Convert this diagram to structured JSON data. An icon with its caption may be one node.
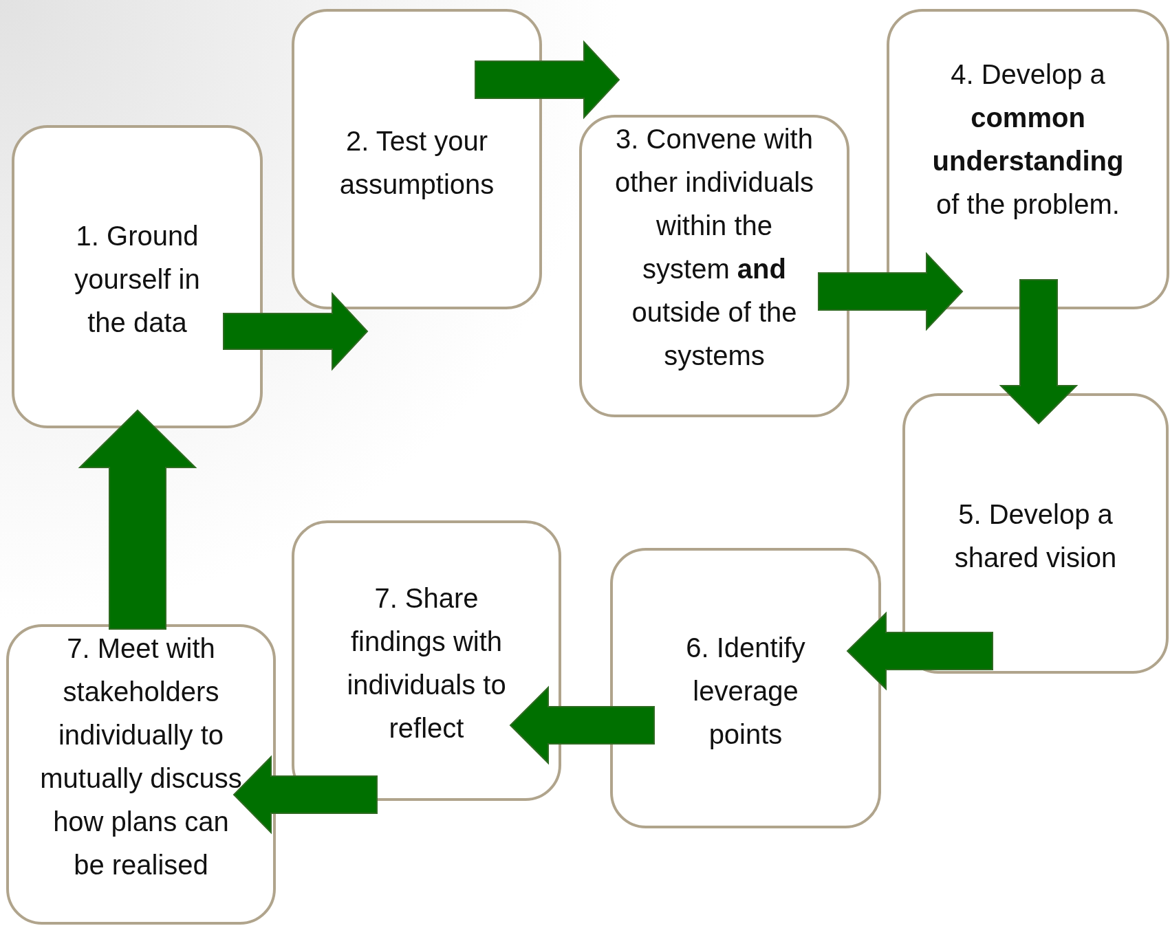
{
  "diagram": {
    "nodes": [
      {
        "text": [
          "1. Ground yourself in the data"
        ]
      },
      {
        "text": [
          "2. Test your assumptions"
        ]
      },
      {
        "text": [
          "3. Convene with other individuals within the system **and** outside of the systems"
        ]
      },
      {
        "text": [
          "4. Develop a **common understanding** of the problem."
        ]
      },
      {
        "text": [
          "5. Develop a shared vision"
        ]
      },
      {
        "text": [
          "6. Identify leverage points"
        ]
      },
      {
        "text": [
          "7. Share findings with individuals to reflect"
        ]
      },
      {
        "text": [
          "7. Meet with stakeholders individually to mutually discuss how plans can be realised"
        ]
      }
    ],
    "edges": [
      {
        "from": 0,
        "to": 1,
        "arrow": "to"
      },
      {
        "from": 1,
        "to": 2,
        "arrow": "to"
      },
      {
        "from": 2,
        "to": 3,
        "arrow": "to"
      },
      {
        "from": 3,
        "to": 4,
        "arrow": "to"
      },
      {
        "from": 4,
        "to": 5,
        "arrow": "to"
      },
      {
        "from": 5,
        "to": 6,
        "arrow": "to"
      },
      {
        "from": 6,
        "to": 7,
        "arrow": "to"
      },
      {
        "from": 7,
        "to": 0,
        "arrow": "to"
      }
    ]
  }
}
